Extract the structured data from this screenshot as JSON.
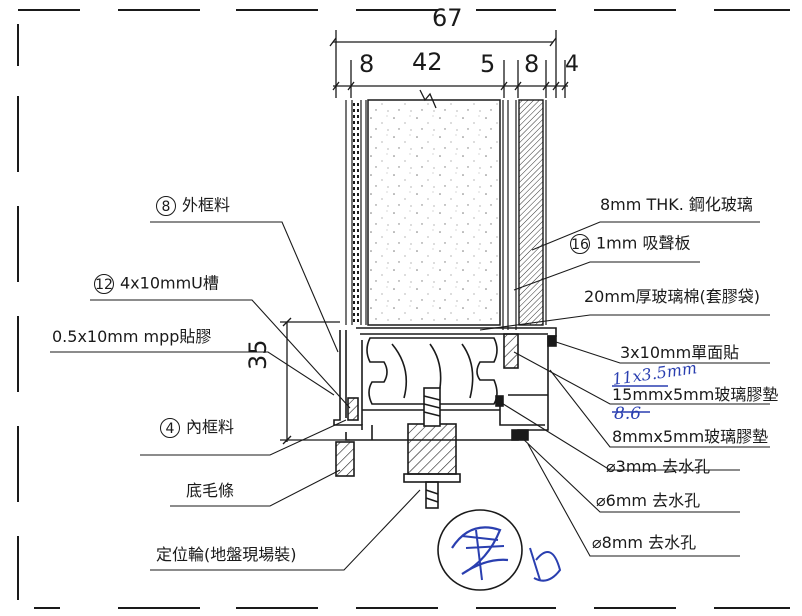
{
  "dimensions": {
    "overall_width": "67",
    "segment_1": "8",
    "segment_2": "42",
    "segment_3": "5",
    "segment_4": "8",
    "segment_5": "4",
    "frame_height": "35"
  },
  "labels": {
    "outer_frame": {
      "number": "8",
      "text": "外框料"
    },
    "u_channel": {
      "number": "12",
      "text": "4x10mmU槽"
    },
    "mpp_adhesive": {
      "text": "0.5x10mm mpp貼膠"
    },
    "inner_frame": {
      "number": "4",
      "text": "內框料"
    },
    "bottom_brush": {
      "text": "底毛條"
    },
    "positioning_wheel": {
      "text": "定位輪(地盤現場裝)"
    },
    "tempered_glass": {
      "text": "8mm THK. 鋼化玻璃"
    },
    "acoustic_board": {
      "number": "16",
      "text": "1mm 吸聲板"
    },
    "glass_wool": {
      "text": "20mm厚玻璃棉(套膠袋)"
    },
    "single_tape": {
      "text": "3x10mm單面貼"
    },
    "glass_gasket_1": {
      "text": "15mmx5mm玻璃膠墊"
    },
    "glass_gasket_2": {
      "text": "8mmx5mm玻璃膠墊"
    },
    "drain_3": {
      "text": "⌀3mm 去水孔"
    },
    "drain_6": {
      "text": "⌀6mm 去水孔"
    },
    "drain_8": {
      "text": "⌀8mm 去水孔"
    }
  },
  "handwritten": {
    "gasket_1_correction": "11x3.5mm",
    "gasket_2_correction": "8.6"
  },
  "colors": {
    "line": "#1a1a1a",
    "ink": "#2a3fb0",
    "paper": "#ffffff"
  }
}
